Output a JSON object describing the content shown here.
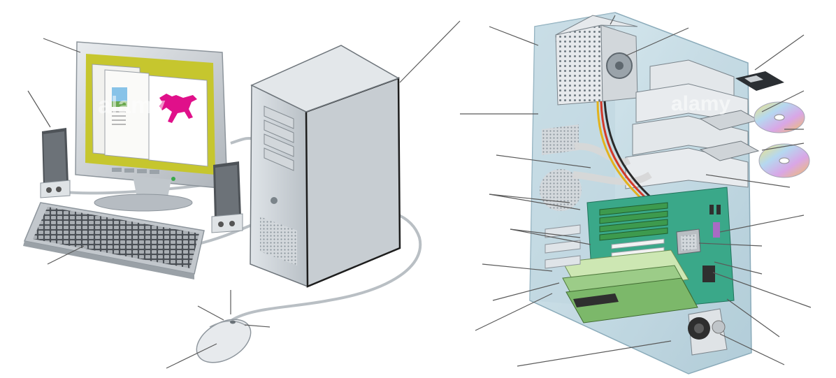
{
  "diagram": {
    "title": "",
    "labels_shown": false,
    "watermarks": [
      "alamy",
      "alamy"
    ],
    "components_left": [
      {
        "name": "monitor",
        "icon": "monitor-icon"
      },
      {
        "name": "speaker-left",
        "icon": "speaker-icon"
      },
      {
        "name": "speaker-right",
        "icon": "speaker-icon"
      },
      {
        "name": "keyboard",
        "icon": "keyboard-icon"
      },
      {
        "name": "mouse",
        "icon": "mouse-icon"
      },
      {
        "name": "system-unit",
        "icon": "tower-icon"
      }
    ],
    "components_right": [
      {
        "name": "power-supply",
        "icon": "psu-icon"
      },
      {
        "name": "floppy-drive",
        "icon": "floppy-icon"
      },
      {
        "name": "optical-drive-1",
        "icon": "cd-drive-icon"
      },
      {
        "name": "optical-drive-2",
        "icon": "cd-drive-icon"
      },
      {
        "name": "hard-drive-bay",
        "icon": "hdd-icon"
      },
      {
        "name": "motherboard",
        "icon": "motherboard-icon"
      },
      {
        "name": "ram-modules",
        "icon": "ram-icon"
      },
      {
        "name": "expansion-cards",
        "icon": "card-icon"
      },
      {
        "name": "cpu",
        "icon": "chip-icon"
      },
      {
        "name": "case-speaker",
        "icon": "speaker-icon"
      }
    ],
    "colors": {
      "case": "#c9dde6",
      "board": "#3aa889",
      "pcb": "#3d9a4e",
      "screen": "#c6c62e",
      "horse": "#e0108a",
      "disc": "#d7d7e6",
      "ribbon": "#d8d8d8"
    }
  }
}
